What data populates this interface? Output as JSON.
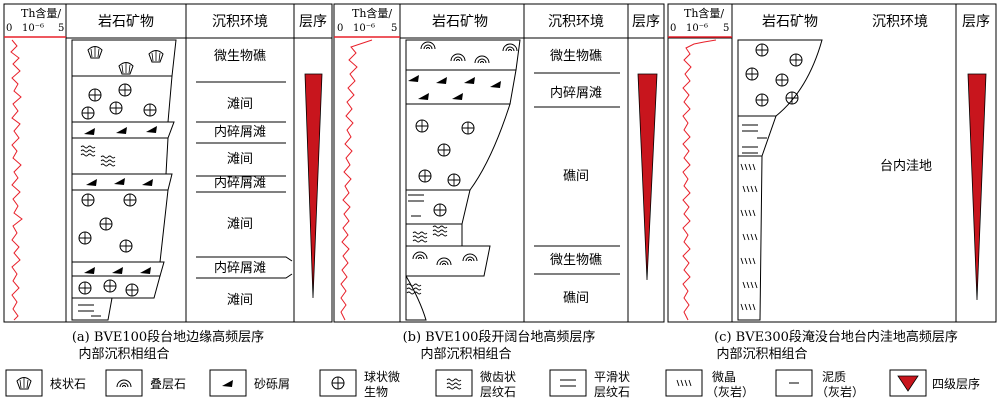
{
  "panels": [
    {
      "id": "a",
      "th_header": {
        "label": "Th含量/",
        "min": "0",
        "unit": "10⁻⁶",
        "max": "5"
      },
      "headers": {
        "lithology": "岩石矿物",
        "environment": "沉积环境",
        "sequence": "层序"
      },
      "environments": [
        "微生物礁",
        "滩间",
        "内碎屑滩",
        "滩间",
        "内碎屑滩",
        "滩间",
        "内碎屑滩",
        "滩间"
      ],
      "caption": [
        "(a) BVE100段台地边缘高频层序",
        "内部沉积相组合"
      ]
    },
    {
      "id": "b",
      "th_header": {
        "label": "Th含量/",
        "min": "0",
        "unit": "10⁻⁶",
        "max": "5"
      },
      "headers": {
        "lithology": "岩石矿物",
        "environment": "沉积环境",
        "sequence": "层序"
      },
      "environments": [
        "微生物礁",
        "内碎屑滩",
        "礁间",
        "微生物礁",
        "礁间"
      ],
      "caption": [
        "(b) BVE100段开阔台地高频层序",
        "内部沉积相组合"
      ]
    },
    {
      "id": "c",
      "th_header": {
        "label": "Th含量/",
        "min": "0",
        "unit": "10⁻⁶",
        "max": "5"
      },
      "headers": {
        "lithology": "岩石矿物",
        "environment": "沉积环境",
        "sequence": "层序"
      },
      "environments": [
        "台内洼地"
      ],
      "caption": [
        "(c) BVE300段淹没台地台内洼地高频层序",
        "内部沉积相组合"
      ]
    }
  ],
  "legend": [
    {
      "symbol": "dendrolite",
      "label": [
        "枝状石"
      ]
    },
    {
      "symbol": "stromatolite",
      "label": [
        "叠层石"
      ]
    },
    {
      "symbol": "intraclast",
      "label": [
        "砂砾屑"
      ]
    },
    {
      "symbol": "ooid",
      "label": [
        "球状微",
        "生物"
      ]
    },
    {
      "symbol": "wavy-lamina",
      "label": [
        "微齿状",
        "层纹石"
      ]
    },
    {
      "symbol": "smooth-lamina",
      "label": [
        "平滑状",
        "层纹石"
      ]
    },
    {
      "symbol": "micrite",
      "label": [
        "微晶",
        "（灰岩）"
      ]
    },
    {
      "symbol": "argillaceous",
      "label": [
        "泥质",
        "（灰岩）"
      ]
    },
    {
      "symbol": "sequence-triangle",
      "label": [
        "四级层序"
      ]
    }
  ],
  "colors": {
    "curve": "#e8202a",
    "triangle": "#c8151d",
    "line": "#000000"
  }
}
